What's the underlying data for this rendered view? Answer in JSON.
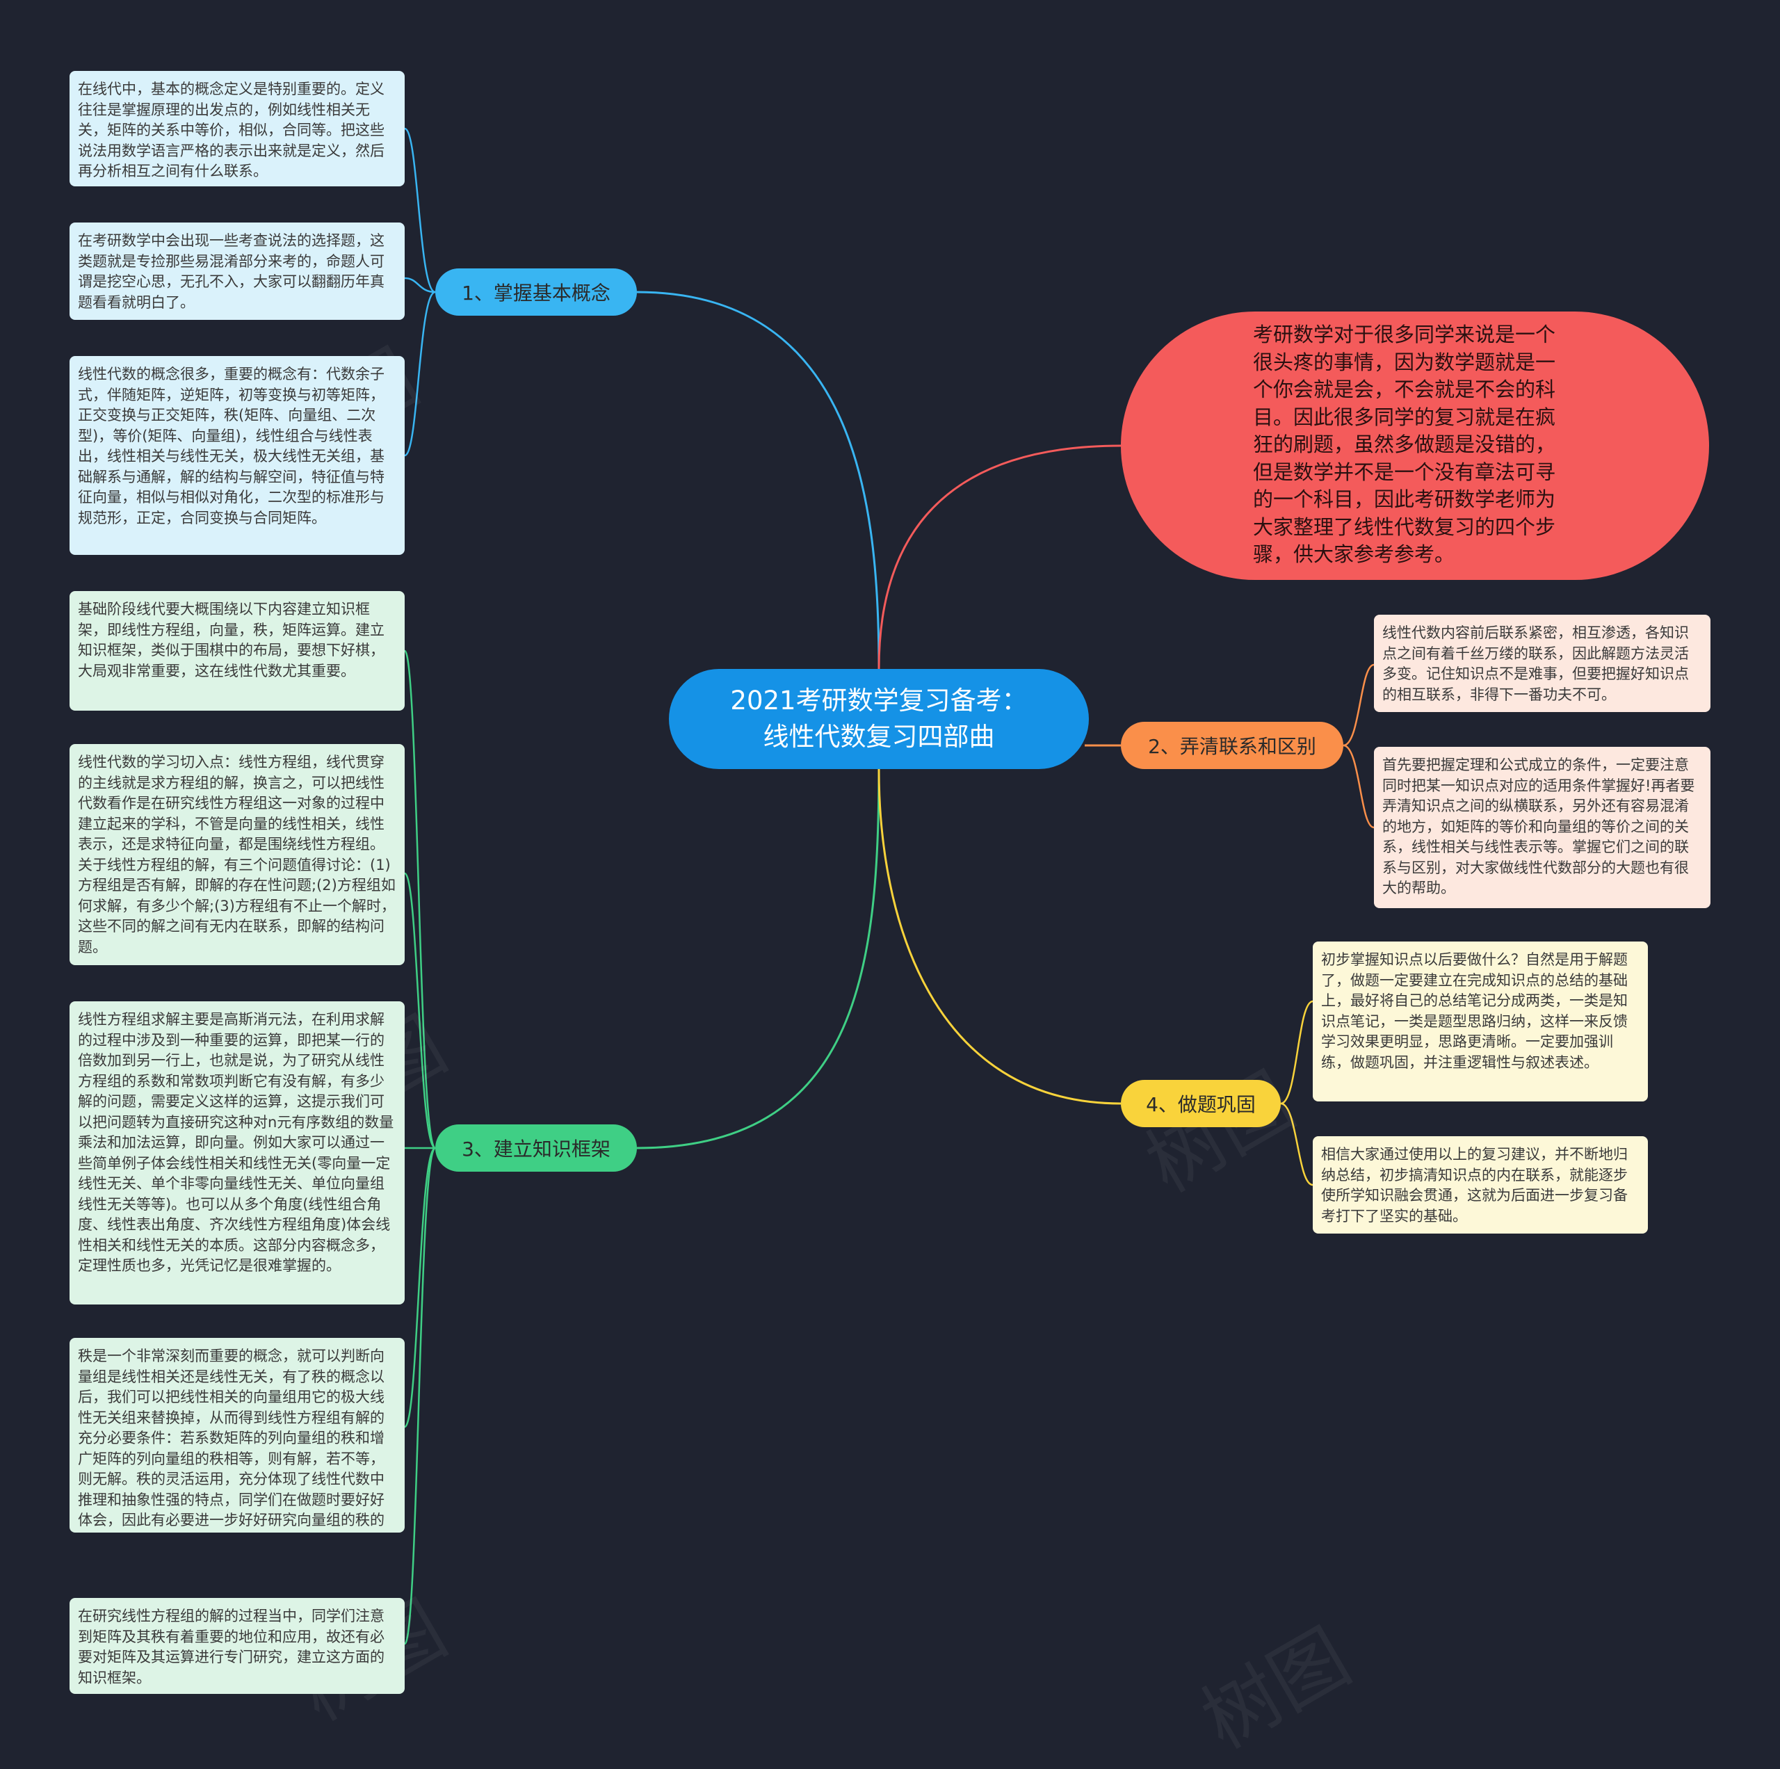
{
  "root": {
    "line1": "2021考研数学复习备考：",
    "line2": "线性代数复习四部曲"
  },
  "intro": "考研数学对于很多同学来说是一个很头疼的事情，因为数学题就是一个你会就是会，不会就是不会的科目。因此很多同学的复习就是在疯狂的刷题，虽然多做题是没错的，但是数学并不是一个没有章法可寻的一个科目，因此考研数学老师为大家整理了线性代数复习的四个步骤，供大家参考参考。",
  "watermark": "树图",
  "colors": {
    "background": "#1f2330",
    "root": "#1592e6",
    "intro": "#f45b5b",
    "branch1": "#39b5f2",
    "branch2": "#fa8f4a",
    "branch3": "#3fcf85",
    "branch4": "#f9d33b"
  },
  "branches": {
    "b1": {
      "label": "1、掌握基本概念",
      "leaves": [
        "在线代中，基本的概念定义是特别重要的。定义往往是掌握原理的出发点的，例如线性相关无关，矩阵的关系中等价，相似，合同等。把这些说法用数学语言严格的表示出来就是定义，然后再分析相互之间有什么联系。",
        "在考研数学中会出现一些考查说法的选择题，这类题就是专捡那些易混淆部分来考的，命题人可谓是挖空心思，无孔不入，大家可以翻翻历年真题看看就明白了。",
        "线性代数的概念很多，重要的概念有：代数余子式，伴随矩阵，逆矩阵，初等变换与初等矩阵，正交变换与正交矩阵，秩(矩阵、向量组、二次型)，等价(矩阵、向量组)，线性组合与线性表出，线性相关与线性无关，极大线性无关组，基础解系与通解，解的结构与解空间，特征值与特征向量，相似与相似对角化，二次型的标准形与规范形，正定，合同变换与合同矩阵。"
      ]
    },
    "b2": {
      "label": "2、弄清联系和区别",
      "leaves": [
        "线性代数内容前后联系紧密，相互渗透，各知识点之间有着千丝万缕的联系，因此解题方法灵活多变。记住知识点不是难事，但要把握好知识点的相互联系，非得下一番功夫不可。",
        "首先要把握定理和公式成立的条件，一定要注意同时把某一知识点对应的适用条件掌握好!再者要弄清知识点之间的纵横联系，另外还有容易混淆的地方，如矩阵的等价和向量组的等价之间的关系，线性相关与线性表示等。掌握它们之间的联系与区别，对大家做线性代数部分的大题也有很大的帮助。"
      ]
    },
    "b3": {
      "label": "3、建立知识框架",
      "leaves": [
        "基础阶段线代要大概围绕以下内容建立知识框架，即线性方程组，向量，秩，矩阵运算。建立知识框架，类似于围棋中的布局，要想下好棋，大局观非常重要，这在线性代数尤其重要。",
        "线性代数的学习切入点：线性方程组，线代贯穿的主线就是求方程组的解，换言之，可以把线性代数看作是在研究线性方程组这一对象的过程中建立起来的学科，不管是向量的线性相关，线性表示，还是求特征向量，都是围绕线性方程组。关于线性方程组的解，有三个问题值得讨论：(1)方程组是否有解，即解的存在性问题;(2)方程组如何求解，有多少个解;(3)方程组有不止一个解时，这些不同的解之间有无内在联系，即解的结构问题。",
        "线性方程组求解主要是高斯消元法，在利用求解的过程中涉及到一种重要的运算，即把某一行的倍数加到另一行上，也就是说，为了研究从线性方程组的系数和常数项判断它有没有解，有多少解的问题，需要定义这样的运算，这提示我们可以把问题转为直接研究这种对n元有序数组的数量乘法和加法运算，即向量。例如大家可以通过一些简单例子体会线性相关和线性无关(零向量一定线性无关、单个非零向量线性无关、单位向量组线性无关等等)。也可以从多个角度(线性组合角度、线性表出角度、齐次线性方程组角度)体会线性相关和线性无关的本质。这部分内容概念多，定理性质也多，光凭记忆是很难掌握的。",
        "秩是一个非常深刻而重要的概念，就可以判断向量组是线性相关还是线性无关，有了秩的概念以后，我们可以把线性相关的向量组用它的极大线性无关组来替换掉，从而得到线性方程组有解的充分必要条件：若系数矩阵的列向量组的秩和增广矩阵的列向量组的秩相等，则有解，若不等，则无解。秩的灵活运用，充分体现了线性代数中推理和抽象性强的特点，同学们在做题时要好好体会，因此有必要进一步好好研究向量组的秩的计算方法。",
        "在研究线性方程组的解的过程当中，同学们注意到矩阵及其秩有着重要的地位和应用，故还有必要对矩阵及其运算进行专门研究，建立这方面的知识框架。"
      ]
    },
    "b4": {
      "label": "4、做题巩固",
      "leaves": [
        "初步掌握知识点以后要做什么？自然是用于解题了，做题一定要建立在完成知识点的总结的基础上，最好将自己的总结笔记分成两类，一类是知识点笔记，一类是题型思路归纳，这样一来反馈学习效果更明显，思路更清晰。一定要加强训练，做题巩固，并注重逻辑性与叙述表述。",
        "相信大家通过使用以上的复习建议，并不断地归纳总结，初步搞清知识点的内在联系，就能逐步使所学知识融会贯通，这就为后面进一步复习备考打下了坚实的基础。"
      ]
    }
  }
}
